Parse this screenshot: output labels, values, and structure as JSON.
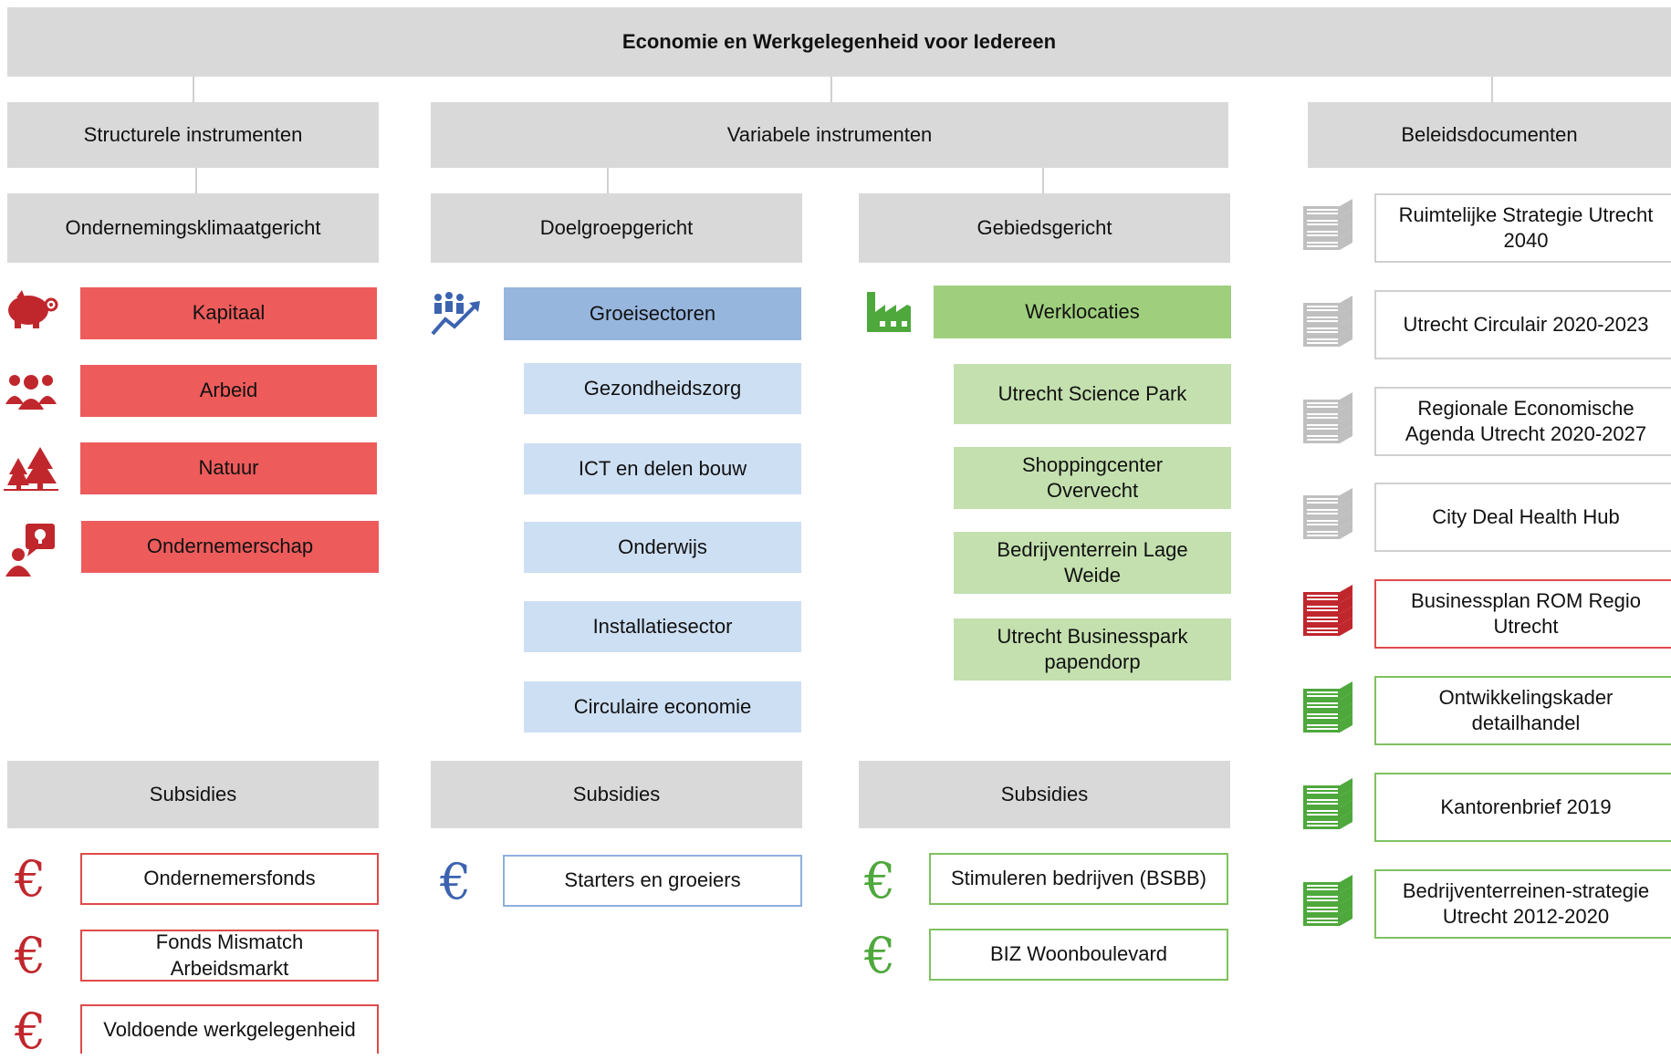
{
  "title": "Economie en Werkgelegenheid voor Iedereen",
  "columns": {
    "structureel": "Structurele instrumenten",
    "variabel": "Variabele instrumenten",
    "beleid": "Beleidsdocumenten"
  },
  "subheaders": {
    "klimaat": "Ondernemingsklimaatgericht",
    "doelgroep": "Doelgroepgericht",
    "gebied": "Gebiedsgericht"
  },
  "klimaat_items": [
    "Kapitaal",
    "Arbeid",
    "Natuur",
    "Ondernemerschap"
  ],
  "doelgroep": {
    "head": "Groeisectoren",
    "items": [
      "Gezondheidszorg",
      "ICT en delen bouw",
      "Onderwijs",
      "Installatiesector",
      "Circulaire economie"
    ]
  },
  "gebied": {
    "head": "Werklocaties",
    "items": [
      "Utrecht Science Park",
      "Shoppingcenter Overvecht",
      "Bedrijventerrein Lage Weide",
      "Utrecht Businesspark papendorp"
    ]
  },
  "subsidies_label": "Subsidies",
  "subsidies": {
    "klimaat": [
      "Ondernemersfonds",
      "Fonds Mismatch Arbeidsmarkt",
      "Voldoende werkgelegenheid"
    ],
    "doelgroep": [
      "Starters en groeiers"
    ],
    "gebied": [
      "Stimuleren bedrijven (BSBB)",
      "BIZ Woonboulevard"
    ]
  },
  "euro_symbol": "€",
  "beleidsdocumenten": [
    {
      "label": "Ruimtelijke Strategie Utrecht 2040",
      "color": "gray"
    },
    {
      "label": "Utrecht Circulair 2020-2023",
      "color": "gray"
    },
    {
      "label": "Regionale Economische Agenda Utrecht 2020-2027",
      "color": "gray"
    },
    {
      "label": "City Deal Health Hub",
      "color": "gray"
    },
    {
      "label": "Businessplan ROM Regio Utrecht",
      "color": "red"
    },
    {
      "label": "Ontwikkelingskader detailhandel",
      "color": "green"
    },
    {
      "label": "Kantorenbrief 2019",
      "color": "green"
    },
    {
      "label": "Bedrijventerreinen-strategie Utrecht 2012-2020",
      "color": "green"
    }
  ],
  "colors": {
    "red": "#ee5b5b",
    "red_dark": "#c0272d",
    "blue": "#3c63b0",
    "green": "#4ea83c",
    "gray": "#bfbfbf",
    "header_gray": "#d9d9d9"
  },
  "icons": {
    "kapitaal": "piggy-bank-icon",
    "arbeid": "people-group-icon",
    "natuur": "trees-icon",
    "ondernemerschap": "person-idea-icon",
    "groeisectoren": "people-growth-icon",
    "werklocaties": "factory-icon",
    "subsidie": "euro-icon",
    "document": "book-stack-icon"
  }
}
